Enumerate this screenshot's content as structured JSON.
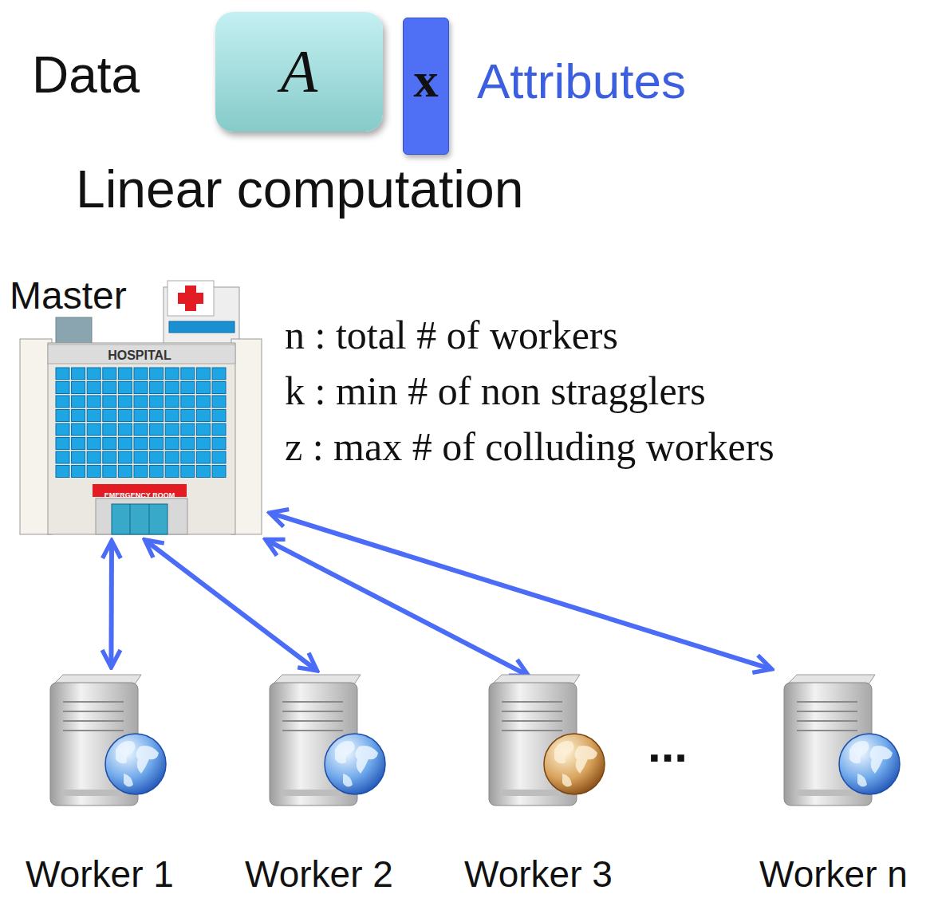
{
  "diagram": {
    "nodes": [
      {
        "text": [
          "A"
        ]
      },
      {
        "text": [
          "x"
        ]
      },
      {
        "text": [
          "Master",
          "HOSPITAL",
          "EMERGENCY ROOM"
        ]
      },
      {
        "text": [
          "Worker 1"
        ]
      },
      {
        "text": [
          "Worker 2"
        ]
      },
      {
        "text": [
          "Worker 3"
        ]
      },
      {
        "text": [
          "Worker n"
        ]
      }
    ],
    "edges": [
      {
        "from": 2,
        "to": 3,
        "arrow": "both"
      },
      {
        "from": 2,
        "to": 4,
        "arrow": "both"
      },
      {
        "from": 2,
        "to": 5,
        "arrow": "both"
      },
      {
        "from": 2,
        "to": 6,
        "arrow": "both"
      }
    ],
    "labels": [
      "Data",
      "Attributes",
      "Linear computation",
      "n : total # of workers",
      "k : min # of non stragglers",
      "z : max # of colluding workers",
      "..."
    ]
  }
}
